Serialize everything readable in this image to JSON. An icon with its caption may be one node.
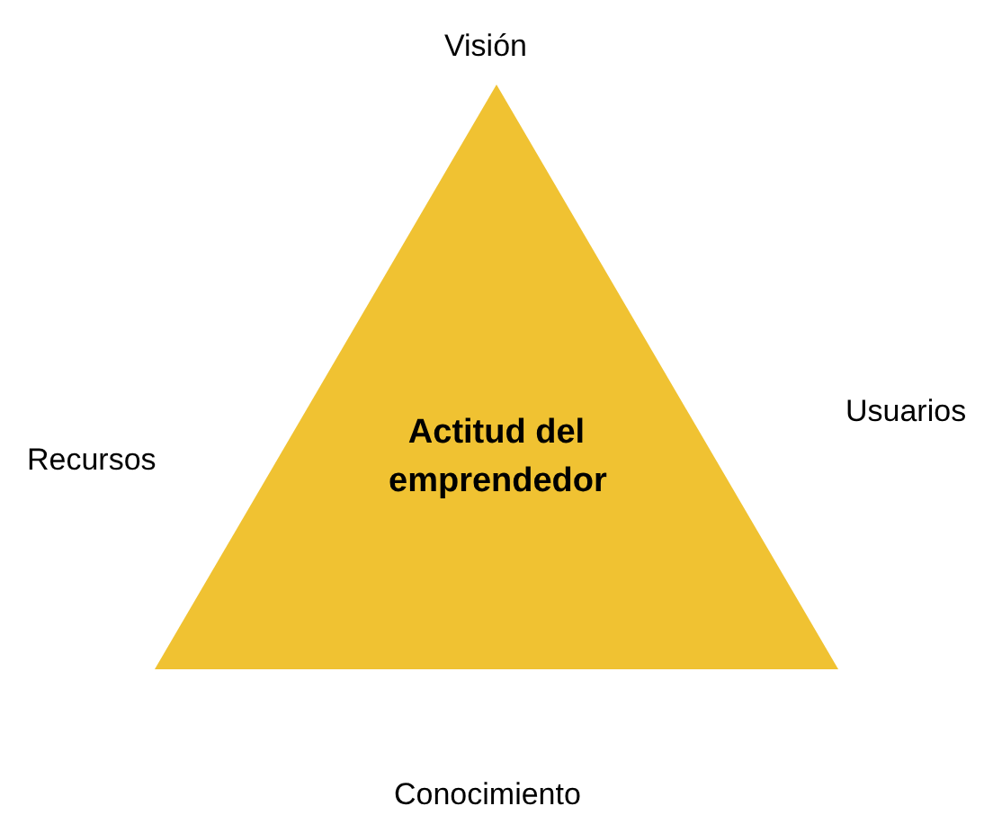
{
  "diagram": {
    "nodes": [
      {
        "text": [
          "Actitud del emprendedor"
        ]
      }
    ],
    "labels": [
      "Visión",
      "Recursos",
      "Usuarios",
      "Conocimiento"
    ]
  }
}
